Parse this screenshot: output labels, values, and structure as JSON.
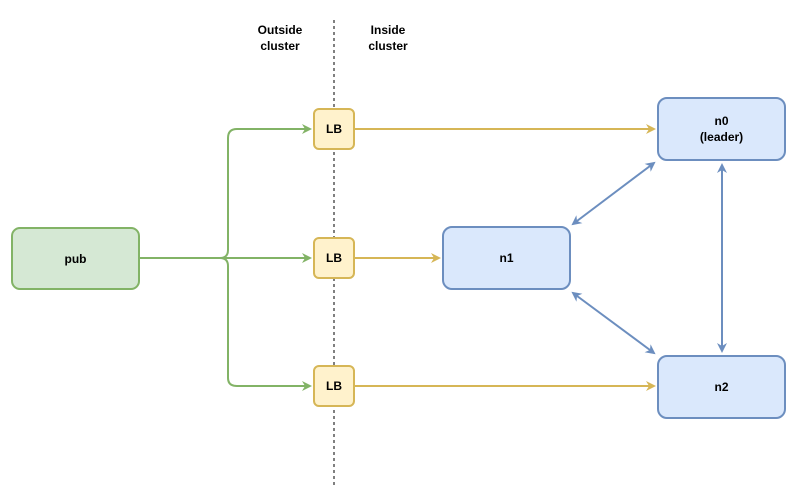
{
  "zones": {
    "outside_label": "Outside\ncluster",
    "inside_label": "Inside\ncluster"
  },
  "nodes": {
    "pub": "pub",
    "lb_top": "LB",
    "lb_middle": "LB",
    "lb_bottom": "LB",
    "n0": "n0\n(leader)",
    "n1": "n1",
    "n2": "n2"
  },
  "colors": {
    "publisher_fill": "#d5e8d4",
    "publisher_stroke": "#82b366",
    "lb_fill": "#fff2cc",
    "lb_stroke": "#d6b656",
    "server_fill": "#dae8fc",
    "server_stroke": "#6c8ebf",
    "boundary_line": "#000000"
  }
}
